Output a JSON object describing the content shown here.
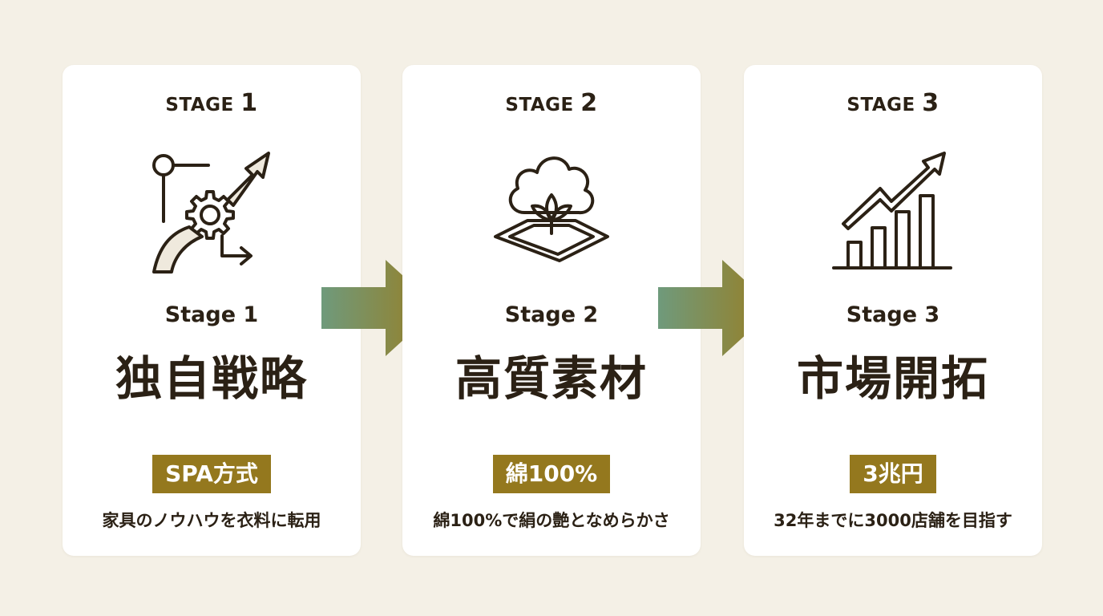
{
  "colors": {
    "background": "#f4f0e6",
    "card": "#ffffff",
    "text": "#2b2115",
    "badge": "#94781e",
    "arrow_start": "#6f9a7c",
    "arrow_end": "#9a7d20"
  },
  "stages": [
    {
      "header_word": "STAGE",
      "header_num": "1",
      "icon": "strategy-gear-arrows-icon",
      "label": "Stage 1",
      "title": "独自戦略",
      "badge": "SPA方式",
      "description": "家具のノウハウを衣料に転用"
    },
    {
      "header_word": "STAGE",
      "header_num": "2",
      "icon": "cotton-flower-fabric-icon",
      "label": "Stage 2",
      "title": "高質素材",
      "badge": "綿100%",
      "description": "綿100%で絹の艶となめらかさ"
    },
    {
      "header_word": "STAGE",
      "header_num": "3",
      "icon": "growth-bar-chart-icon",
      "label": "Stage 3",
      "title": "市場開拓",
      "badge": "3兆円",
      "description": "32年までに3000店舗を目指す"
    }
  ],
  "connectors": [
    "right-arrow-icon",
    "right-arrow-icon"
  ]
}
